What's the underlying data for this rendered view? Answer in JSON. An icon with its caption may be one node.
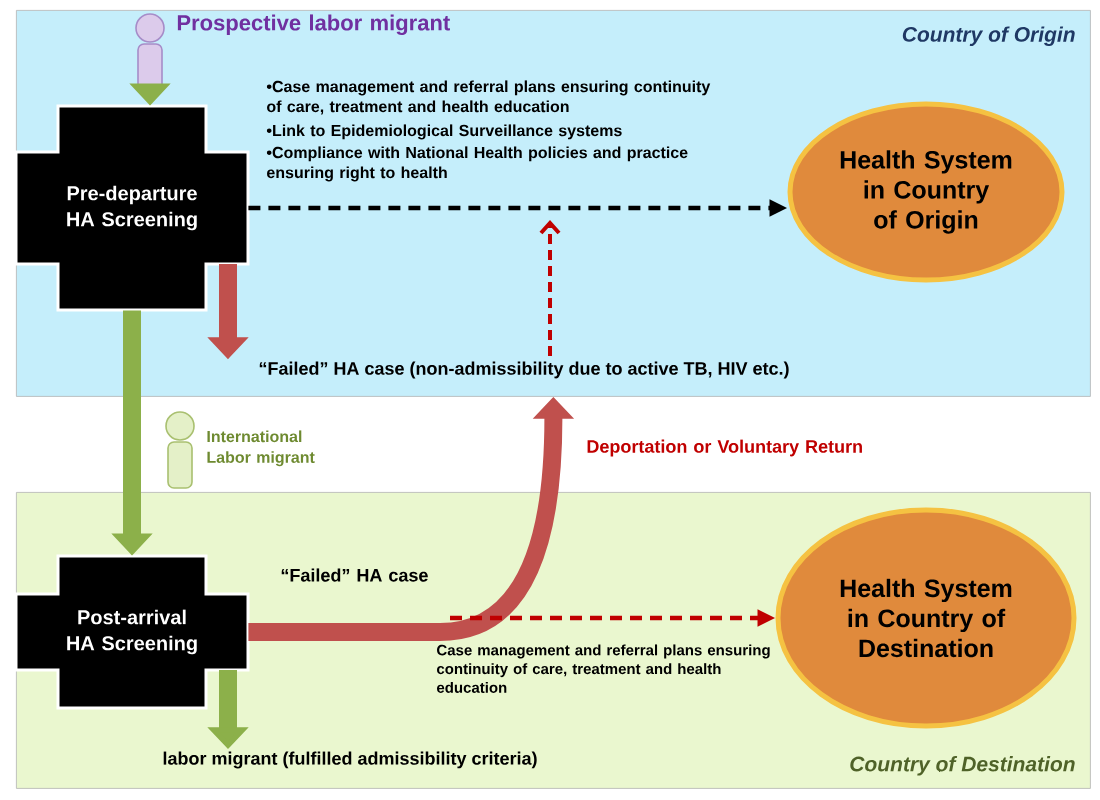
{
  "diagram": {
    "nodes": [
      {
        "text": [
          "Country of Origin"
        ]
      },
      {
        "text": [],
        "shape": "person",
        "beside": [
          "Prospective labor migrant"
        ],
        "in": 0
      },
      {
        "text": [
          "Pre-departure HA Screening"
        ],
        "in": 0
      },
      {
        "text": [
          "Health System in Country of Origin"
        ],
        "in": 0
      },
      {
        "text": [
          "“Failed” HA case (non-admissibility due to active TB, HIV etc.)"
        ],
        "in": 0
      },
      {
        "text": [
          "Country of Destination"
        ]
      },
      {
        "text": [
          "Post-arrival HA Screening"
        ],
        "in": 5
      },
      {
        "text": [
          "Health System in Country of Destination"
        ],
        "in": 5
      },
      {
        "text": [
          "labor migrant (fulfilled admissibility criteria)"
        ],
        "in": 5
      },
      {
        "text": [],
        "shape": "person",
        "beside": [
          "International Labor migrant"
        ]
      }
    ],
    "edges": [
      {
        "from": 1,
        "to": 2,
        "arrow": "to",
        "color": "#8cb04a"
      },
      {
        "from": 2,
        "to": 3,
        "arrow": "to",
        "style": "dashed",
        "color": "#000000"
      },
      {
        "from": 2,
        "to": 4,
        "arrow": "to",
        "color": "#c0504d"
      },
      {
        "from": 2,
        "to": 6,
        "arrow": "to",
        "color": "#8cb04a"
      },
      {
        "from": 6,
        "to": 8,
        "arrow": "to",
        "color": "#8cb04a"
      },
      {
        "from": 6,
        "to": 0,
        "arrow": "to",
        "color": "#c0504d",
        "label": "Deportation or Voluntary Return"
      },
      {
        "from": null,
        "to": 7,
        "arrow": "to",
        "style": "dashed",
        "color": "#c00000",
        "label": "Case management and referral plans ensuring continuity of care, treatment and health education"
      }
    ],
    "labels": [
      "•Case management and referral plans ensuring continuity of care, treatment and health education",
      "•Link to Epidemiological Surveillance systems",
      "•Compliance with National Health policies and practice ensuring right to health",
      "“Failed” HA case"
    ]
  }
}
